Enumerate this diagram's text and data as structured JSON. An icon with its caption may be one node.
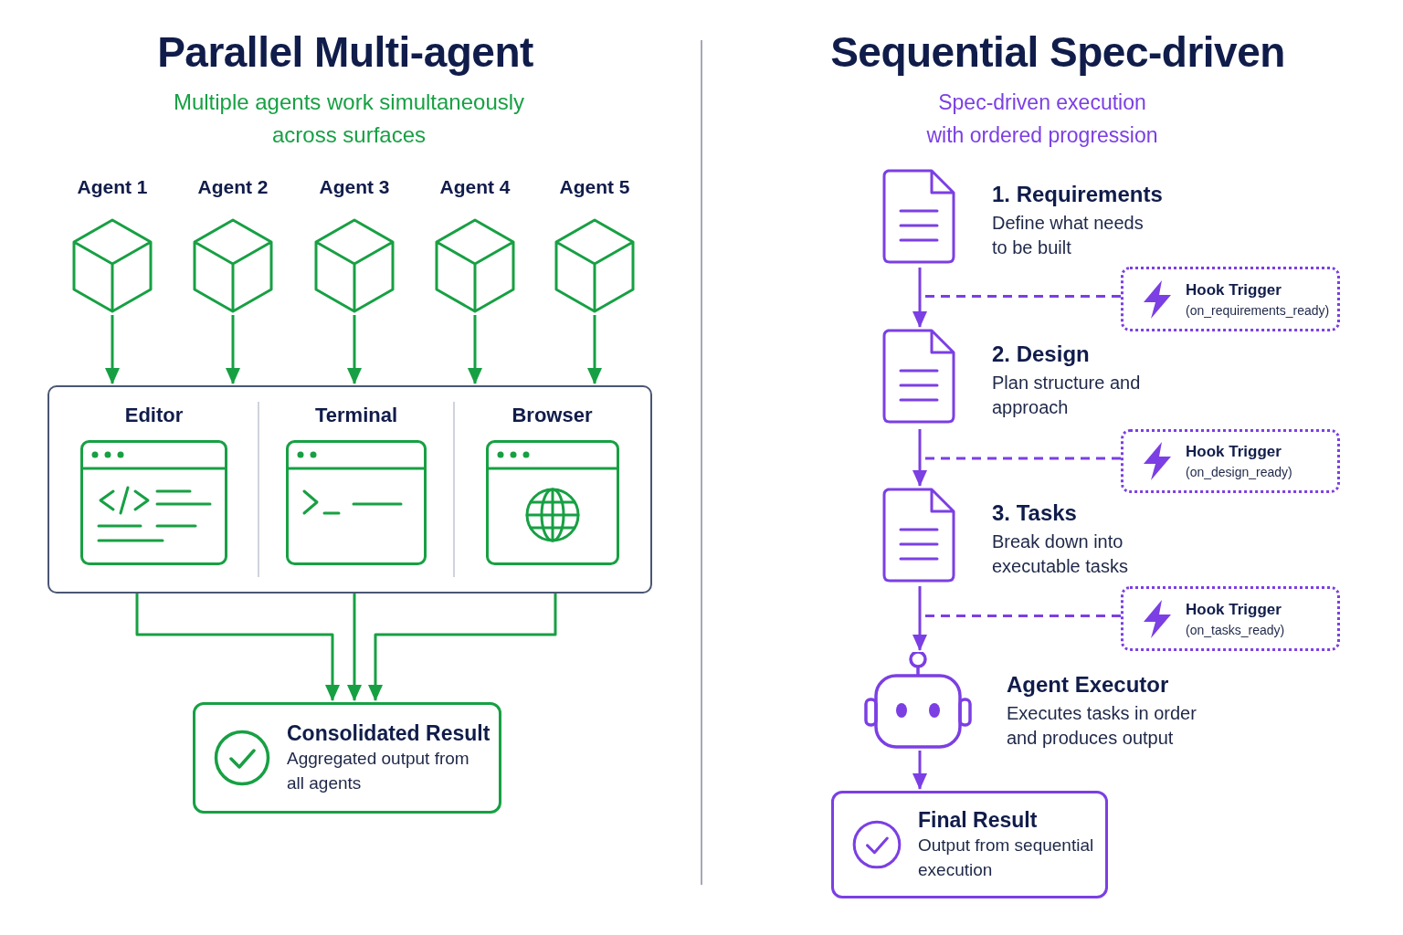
{
  "diagram": {
    "nodes": [
      {
        "text": [
          "Agent 1"
        ]
      },
      {
        "text": [
          "Agent 2"
        ]
      },
      {
        "text": [
          "Agent 3"
        ]
      },
      {
        "text": [
          "Agent 4"
        ]
      },
      {
        "text": [
          "Agent 5"
        ]
      },
      {
        "text": [],
        "shape": "box"
      },
      {
        "text": [
          "Editor"
        ],
        "in": 5
      },
      {
        "text": [
          "Terminal"
        ],
        "in": 5
      },
      {
        "text": [
          "Browser"
        ],
        "in": 5
      },
      {
        "text": [
          "Consolidated Result",
          "Aggregated output from all agents"
        ]
      },
      {
        "text": [
          "1. Requirements",
          "Define what needs to be built"
        ]
      },
      {
        "text": [
          "Hook Trigger",
          "(on_requirements_ready)"
        ]
      },
      {
        "text": [
          "2. Design",
          "Plan structure and approach"
        ]
      },
      {
        "text": [
          "Hook Trigger",
          "(on_design_ready)"
        ]
      },
      {
        "text": [
          "3. Tasks",
          "Break down into executable tasks"
        ]
      },
      {
        "text": [
          "Hook Trigger",
          "(on_tasks_ready)"
        ]
      },
      {
        "text": [
          "Agent Executor",
          "Executes tasks in order and produces output"
        ]
      },
      {
        "text": [
          "Final Result",
          "Output from sequential execution"
        ]
      }
    ],
    "edges": [
      {
        "from": 0,
        "to": 5,
        "arrow": "to"
      },
      {
        "from": 1,
        "to": 5,
        "arrow": "to"
      },
      {
        "from": 2,
        "to": 5,
        "arrow": "to"
      },
      {
        "from": 3,
        "to": 5,
        "arrow": "to"
      },
      {
        "from": 4,
        "to": 5,
        "arrow": "to"
      },
      {
        "from": 6,
        "to": 9,
        "arrow": "to"
      },
      {
        "from": 7,
        "to": 9,
        "arrow": "to"
      },
      {
        "from": 8,
        "to": 9,
        "arrow": "to"
      },
      {
        "from": 10,
        "to": 12,
        "arrow": "to",
        "color": "#7b3fe4"
      },
      {
        "from": 11,
        "to": null,
        "arrow": "none",
        "style": "dashed",
        "color": "#7b3fe4"
      },
      {
        "from": 12,
        "to": 14,
        "arrow": "to",
        "color": "#7b3fe4"
      },
      {
        "from": 13,
        "to": null,
        "arrow": "none",
        "style": "dashed",
        "color": "#7b3fe4"
      },
      {
        "from": 14,
        "to": 16,
        "arrow": "to",
        "color": "#7b3fe4"
      },
      {
        "from": 15,
        "to": null,
        "arrow": "none",
        "style": "dashed",
        "color": "#7b3fe4"
      },
      {
        "from": 16,
        "to": 17,
        "arrow": "to",
        "color": "#7b3fe4"
      }
    ],
    "labels": [
      "Parallel Multi-agent",
      "Multiple agents work simultaneously across surfaces",
      "Sequential Spec-driven",
      "Spec-driven execution with ordered progression"
    ]
  }
}
